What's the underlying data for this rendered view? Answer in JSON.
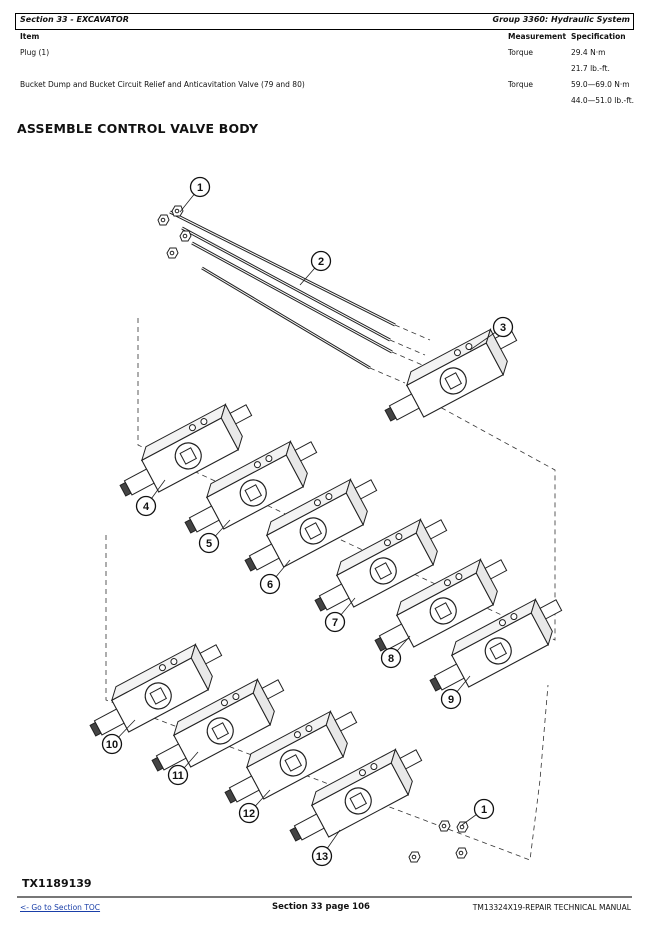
{
  "header": {
    "section": "Section 33 - EXCAVATOR",
    "group": "Group 3360: Hydraulic System"
  },
  "spec_table": {
    "columns": [
      "Item",
      "Measurement",
      "Specification"
    ],
    "rows": [
      {
        "item": "Plug (1)",
        "measurement": "Torque",
        "spec": [
          "29.4 N·m",
          "21.7 lb.-ft."
        ]
      },
      {
        "item": "Bucket Dump and Bucket Circuit Relief and Anticavitation Valve (79 and 80)",
        "measurement": "Torque",
        "spec": [
          "59.0—69.0 N·m",
          "44.0—51.0 lb.-ft."
        ]
      }
    ]
  },
  "title": "ASSEMBLE CONTROL VALVE BODY",
  "figure": {
    "id": "TX1189139",
    "callouts": [
      "1",
      "2",
      "3",
      "4",
      "5",
      "6",
      "7",
      "8",
      "9",
      "10",
      "11",
      "12",
      "13",
      "1"
    ]
  },
  "footer": {
    "toc_link": "<- Go to Section TOC",
    "page": "Section 33 page 106",
    "manual": "TM13324X19-REPAIR TECHNICAL MANUAL"
  }
}
